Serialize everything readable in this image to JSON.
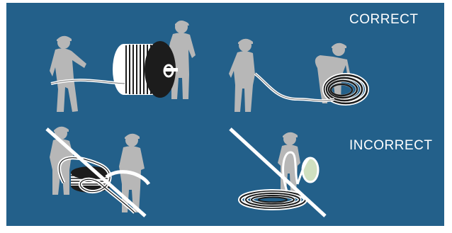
{
  "labels": {
    "correct": "CORRECT",
    "incorrect": "INCORRECT"
  },
  "colors": {
    "background": "#23608a",
    "figure": "#b7b7b7",
    "cable": "#ffffff",
    "reel_side": "#1c1c1c",
    "cross_line": "#ffffff",
    "loop_fill": "#cfe0c0"
  },
  "scenes": [
    {
      "id": "reel-unspooling",
      "status": "correct"
    },
    {
      "id": "coil-laid-out-by-hand",
      "status": "correct"
    },
    {
      "id": "cable-pulled-off-spool-side",
      "status": "incorrect"
    },
    {
      "id": "cable-pulled-off-flat-coil",
      "status": "incorrect"
    }
  ]
}
